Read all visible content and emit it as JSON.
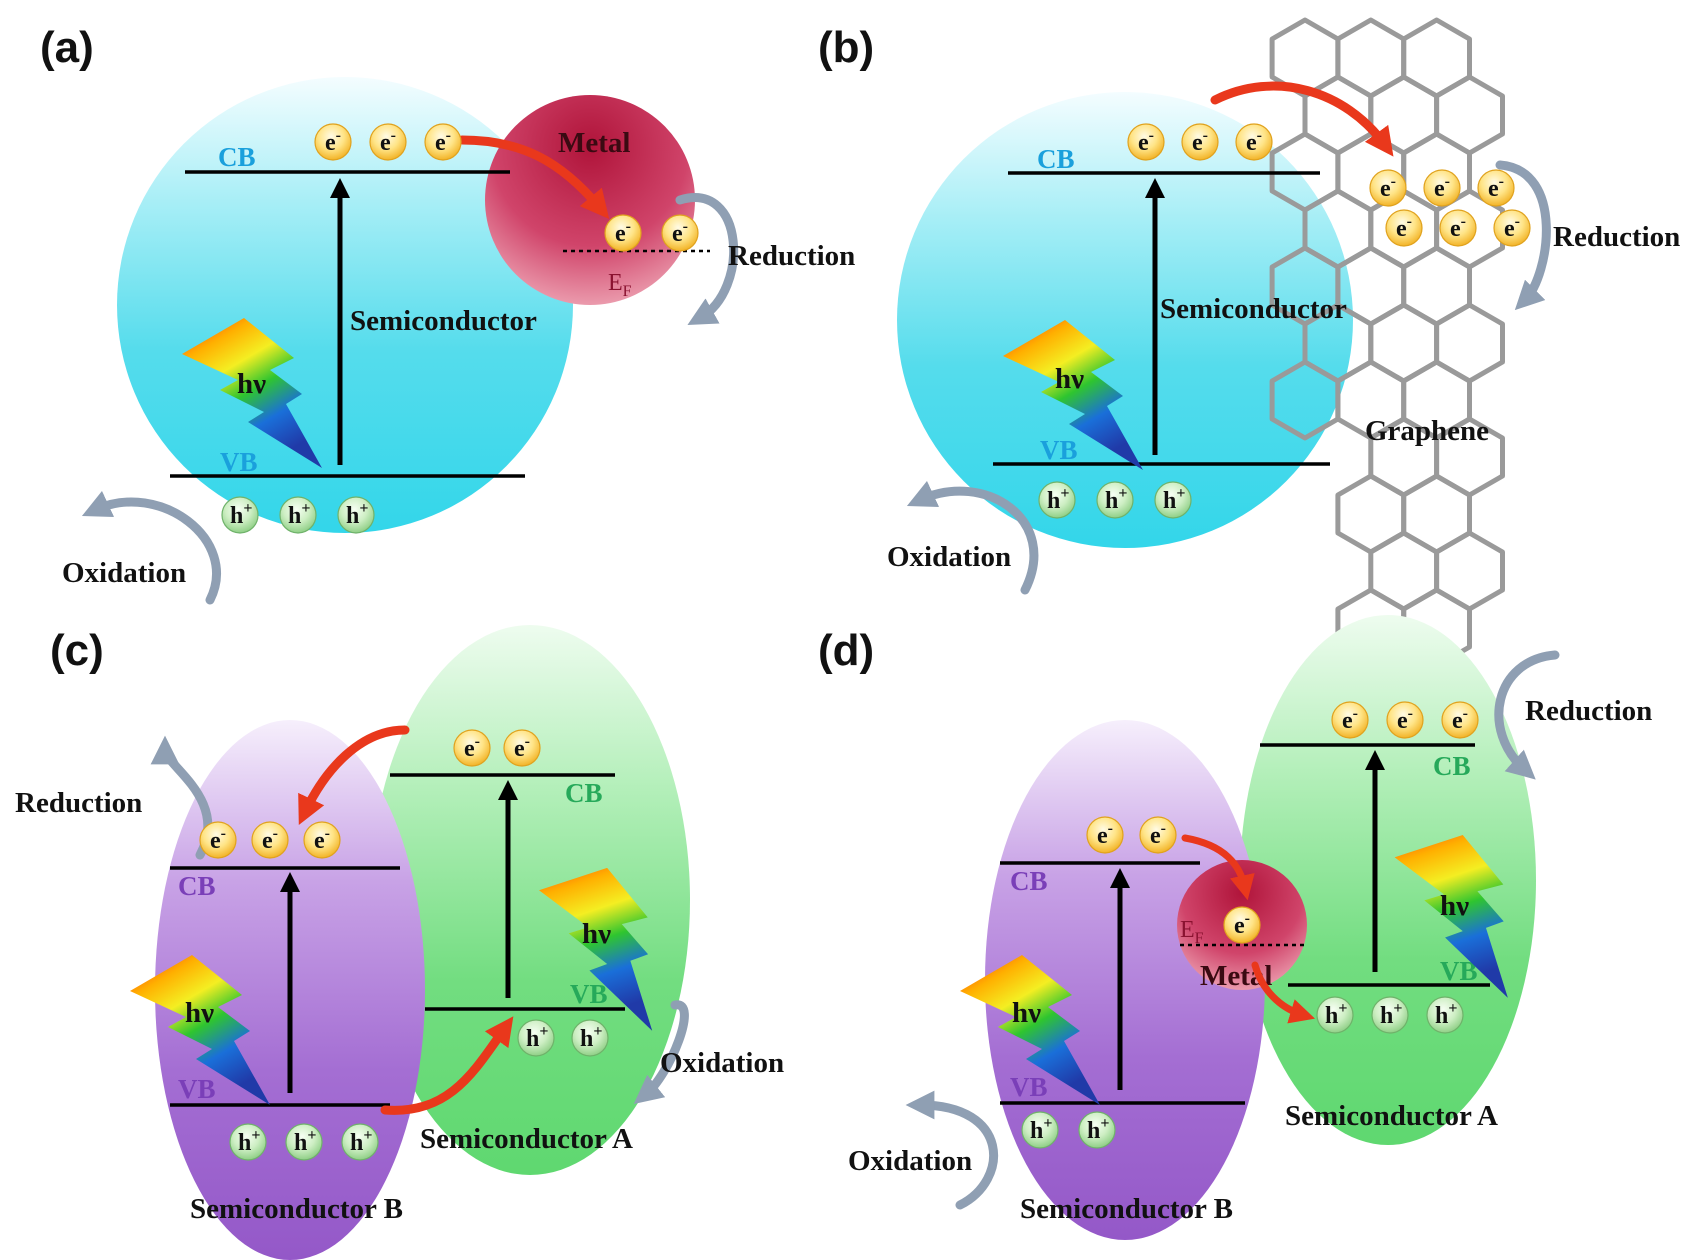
{
  "panels": {
    "a": {
      "label": "(a)",
      "cb": "CB",
      "vb": "VB",
      "semiconductor": "Semiconductor",
      "metal": "Metal",
      "ef": "E",
      "ef_sub": "F",
      "reduction": "Reduction",
      "oxidation": "Oxidation",
      "hv": "hν"
    },
    "b": {
      "label": "(b)",
      "cb": "CB",
      "vb": "VB",
      "semiconductor": "Semiconductor",
      "graphene": "Graphene",
      "reduction": "Reduction",
      "oxidation": "Oxidation",
      "hv": "hν"
    },
    "c": {
      "label": "(c)",
      "cb_b": "CB",
      "vb_b": "VB",
      "cb_a": "CB",
      "vb_a": "VB",
      "semi_a": "Semiconductor  A",
      "semi_b": "Semiconductor  B",
      "reduction": "Reduction",
      "oxidation": "Oxidation",
      "hv_b": "hν",
      "hv_a": "hν"
    },
    "d": {
      "label": "(d)",
      "cb_b": "CB",
      "vb_b": "VB",
      "cb_a": "CB",
      "vb_a": "VB",
      "semi_a": "Semiconductor  A",
      "semi_b": "Semiconductor  B",
      "metal": "Metal",
      "ef": "E",
      "ef_sub": "F",
      "reduction": "Reduction",
      "oxidation": "Oxidation",
      "hv_b": "hν",
      "hv_a": "hν"
    }
  },
  "carriers": {
    "electron": "e",
    "electron_sup": "-",
    "hole": "h",
    "hole_sup": "+"
  },
  "colors": {
    "cyan": "#52dcec",
    "purple": "#a068cf",
    "green": "#6fdc7e",
    "metal": "#c8284e",
    "arrow_red": "#e9381c",
    "curve_gray": "#8f9fb3"
  }
}
